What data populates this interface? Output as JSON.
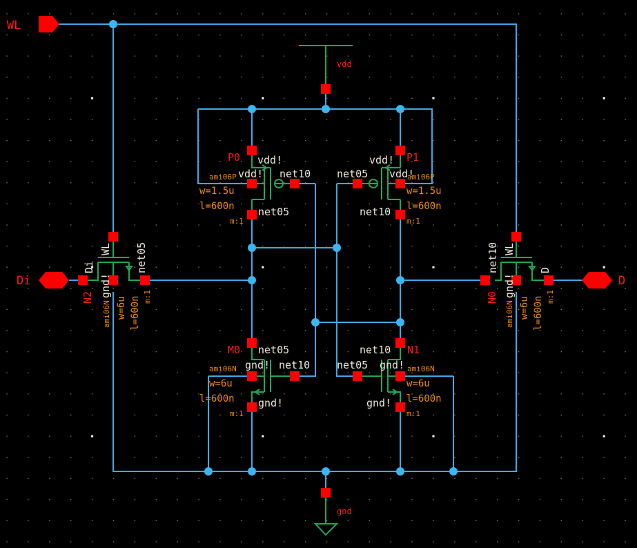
{
  "window": {
    "title": "6T SRAM cell schematic"
  },
  "colors": {
    "background": "#000000",
    "wire": "#3fa9e6",
    "junction": "#3ab6f2",
    "pin": "#ff0000",
    "symbol": "#1ea85a",
    "instance_label": "#ff1a1a",
    "net_label": "#ece8d8",
    "parameter": "#f08a14"
  },
  "ports": {
    "wl": {
      "label": "WL",
      "direction": "input"
    },
    "di": {
      "label": "Di",
      "direction": "inout"
    },
    "d": {
      "label": "D",
      "direction": "inout"
    }
  },
  "supplies": {
    "vdd": {
      "label": "vdd",
      "icon": "vdd-bar-icon"
    },
    "gnd": {
      "label": "gnd",
      "icon": "ground-triangle-icon"
    }
  },
  "transistors": {
    "p0": {
      "instance": "P0",
      "model": "ami06P",
      "w": "w=1.5u",
      "l": "l=600n",
      "m": "m:1",
      "source_net": "vdd!",
      "bulk_net": "vdd!",
      "gate_net": "net10",
      "drain_net": "net05"
    },
    "p1": {
      "instance": "P1",
      "model": "ami06P",
      "w": "w=1.5u",
      "l": "l=600n",
      "m": "m:1",
      "source_net": "vdd!",
      "bulk_net": "vdd!",
      "gate_net": "net05",
      "drain_net": "net10"
    },
    "m0": {
      "instance": "M0",
      "model": "ami06N",
      "w": "w=6u",
      "l": "l=600n",
      "m": "m:1",
      "drain_net": "net05",
      "bulk_net": "gnd!",
      "gate_net": "net10",
      "source_net": "gnd!"
    },
    "n1": {
      "instance": "N1",
      "model": "ami06N",
      "w": "w=6u",
      "l": "l=600n",
      "m": "m:1",
      "drain_net": "net10",
      "bulk_net": "gnd!",
      "gate_net": "net05",
      "source_net": "gnd!"
    },
    "n2": {
      "instance": "N2",
      "model": "ami06N",
      "w": "w=6u",
      "l": "l=600n",
      "m": "m:1",
      "gate_net": "WL",
      "bulk_net": "gnd!",
      "left_net": "Di",
      "right_net": "net05"
    },
    "n0": {
      "instance": "N0",
      "model": "ami06N",
      "w": "w=6u",
      "l": "l=600n",
      "m": "m:1",
      "gate_net": "WL",
      "bulk_net": "gnd!",
      "left_net": "net10",
      "right_net": "D"
    }
  }
}
